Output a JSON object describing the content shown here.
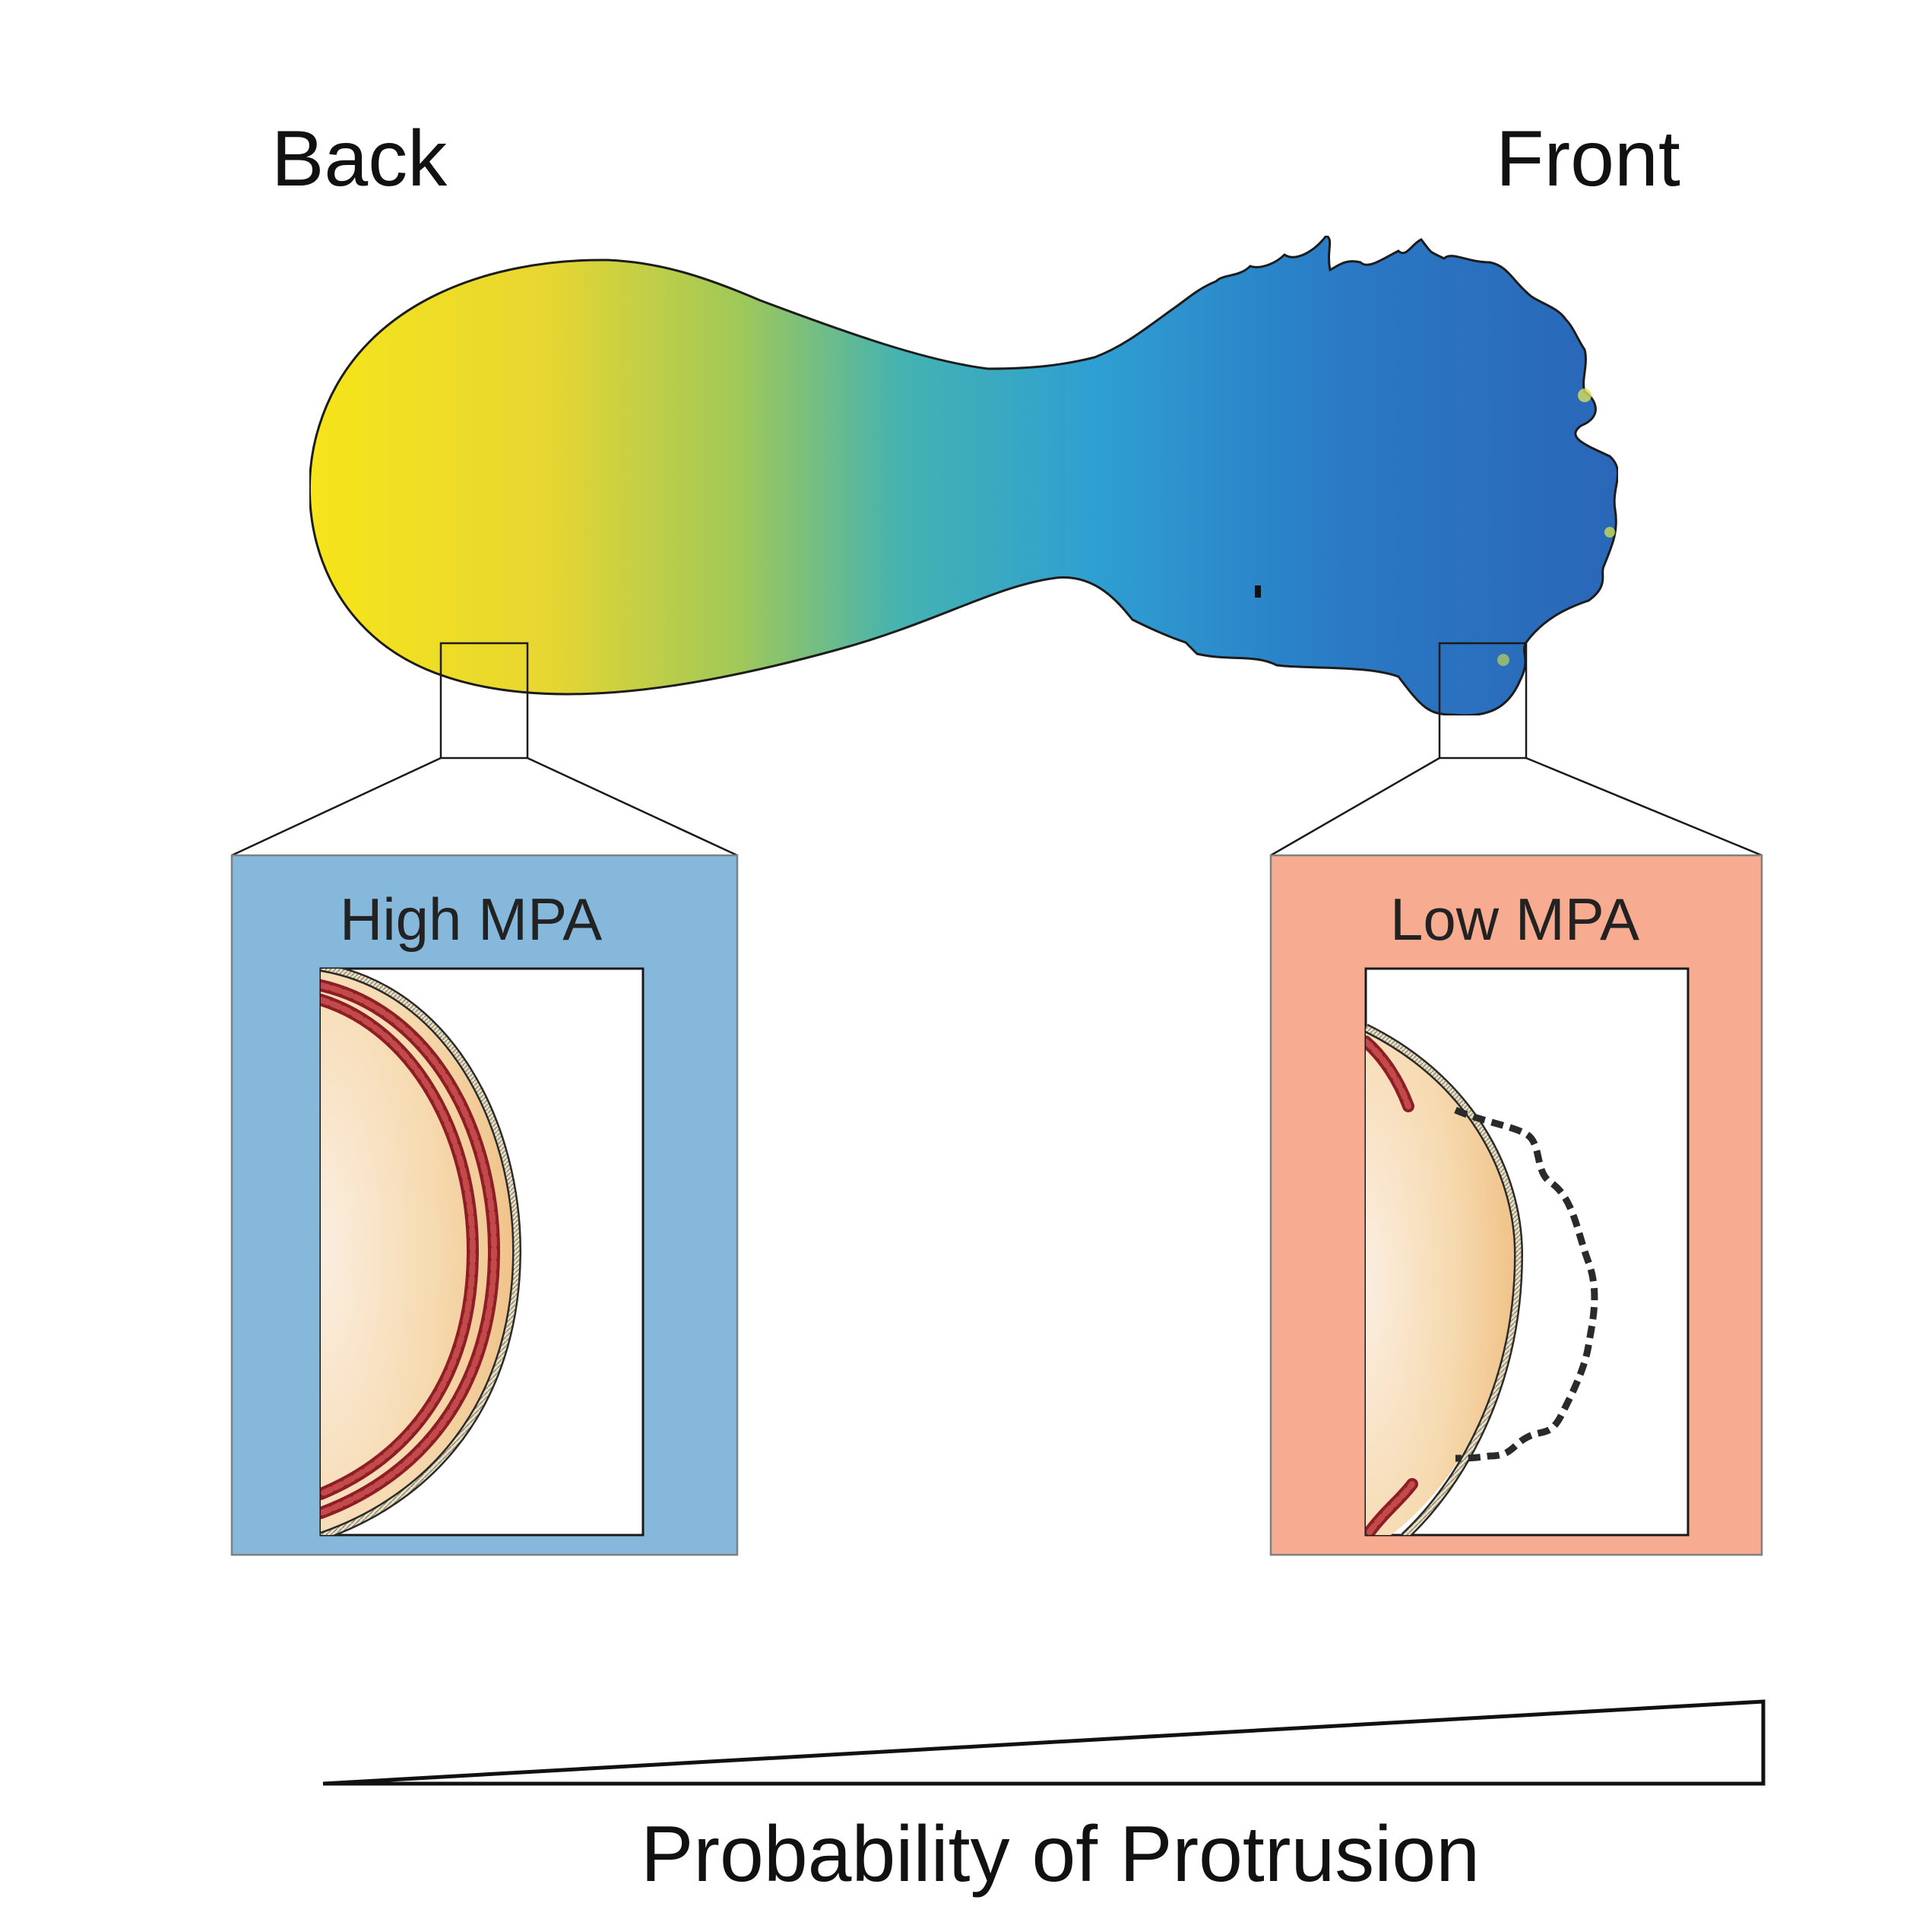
{
  "labels": {
    "back": "Back",
    "front": "Front",
    "high_mpa": "High MPA",
    "low_mpa": "Low MPA",
    "axis_title": "Probability of Protrusion"
  },
  "colors": {
    "high_panel": "#86b8dc",
    "low_panel": "#f7ab90",
    "cell_back": "#f4e01a",
    "cell_mid": "#3fb2b4",
    "cell_front": "#2c65ba",
    "cortex_red": "#a8242c",
    "cytoplasm": "#f3d2a2",
    "outline": "#1a1a1a"
  },
  "icons": {
    "cell": "migrating-cell-heatmap",
    "zoom_box_left": "zoom-callout-box",
    "zoom_box_right": "zoom-callout-box",
    "wedge": "increasing-wedge"
  }
}
